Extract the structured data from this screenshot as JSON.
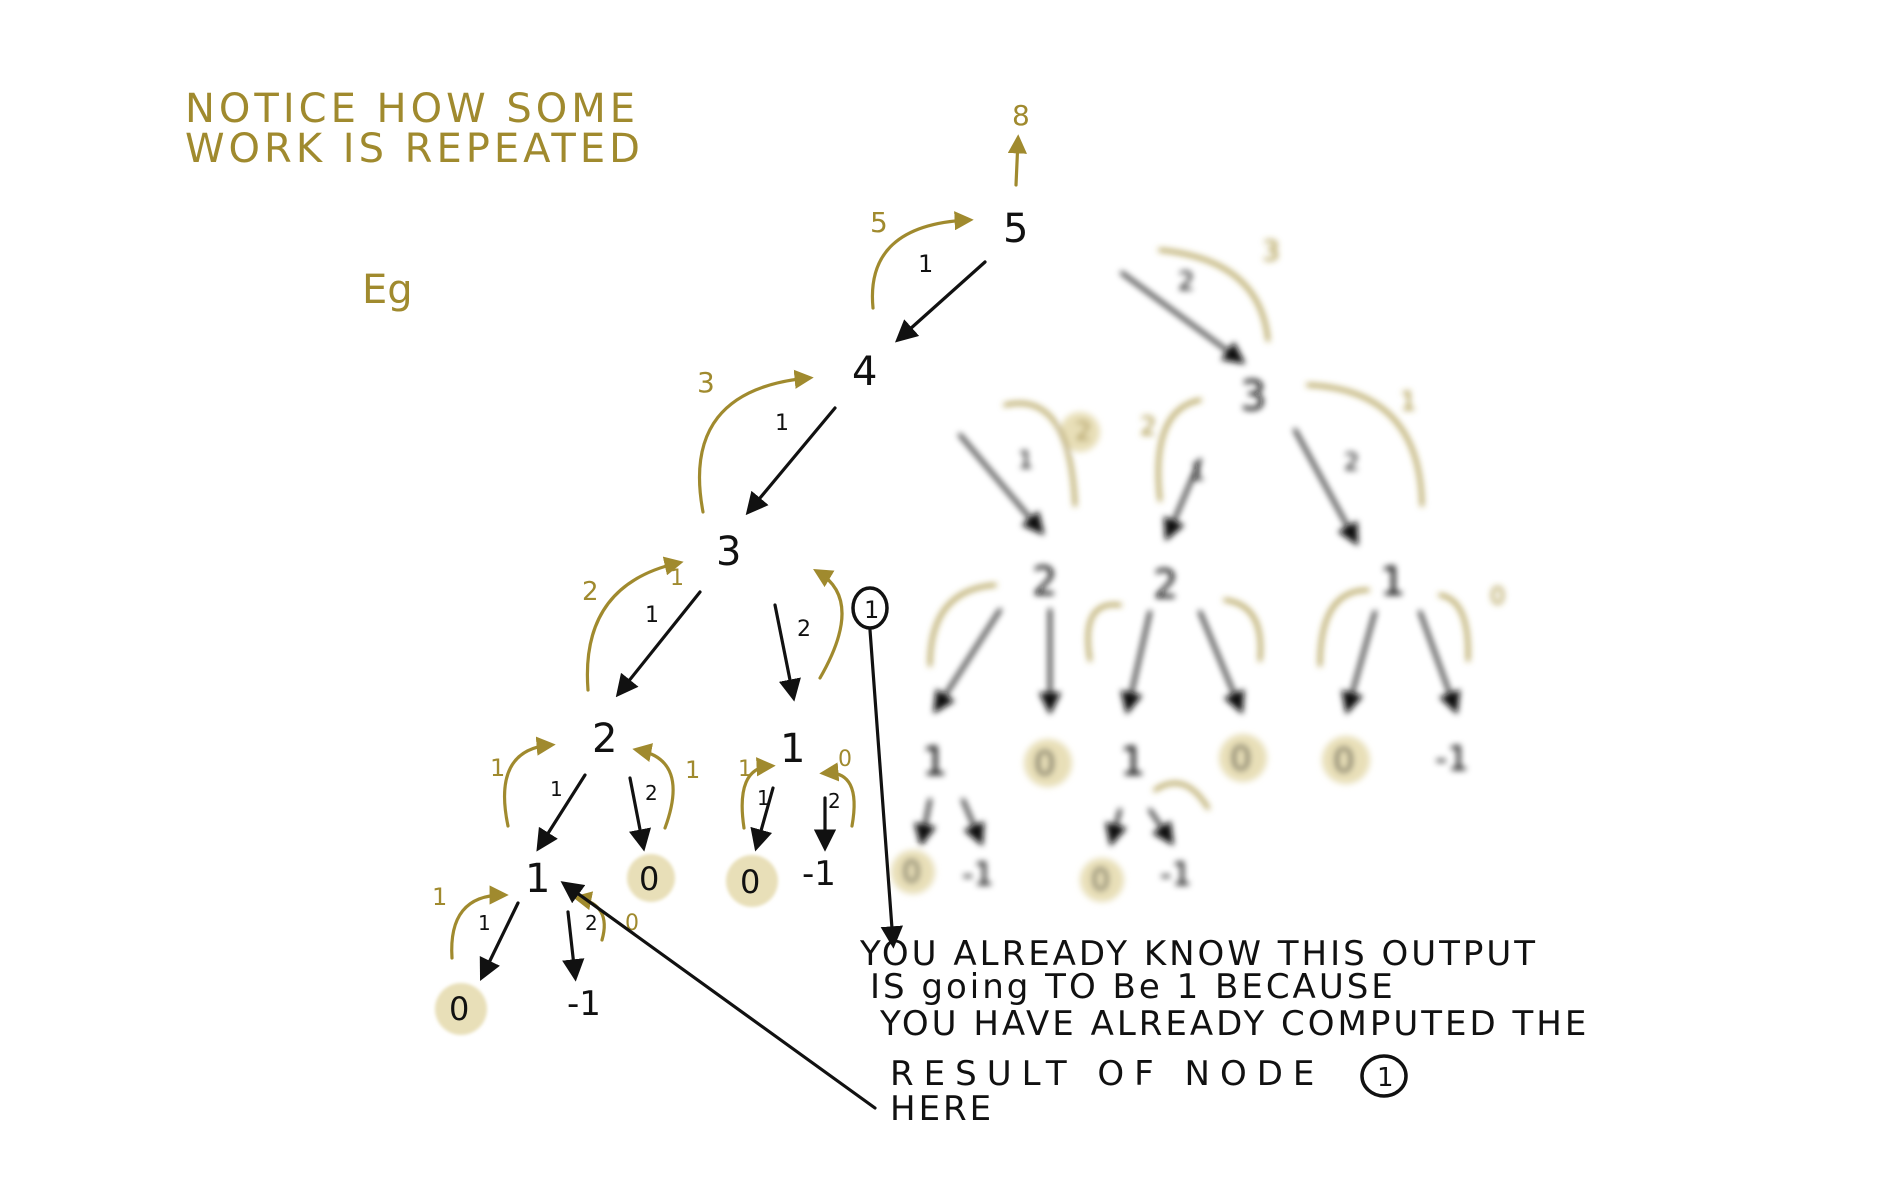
{
  "title_lines": [
    "NOTICE HOW SOME",
    "WORK IS REPEATED"
  ],
  "eg_label": "Eg",
  "root_output": "8",
  "colors": {
    "ink": "#111111",
    "gold": "#a08a2e",
    "highlight": "#e8dfb8"
  },
  "tree": {
    "nodes": {
      "n5": "5",
      "n4": "4",
      "n3a": "3",
      "n2a": "2",
      "n1a": "1",
      "n1b": "1",
      "n0a": "0",
      "nm1a": "-1",
      "n0b": "0",
      "n0c": "0",
      "nm1b": "-1"
    },
    "edge_steps": {
      "e5_4": "1",
      "e4_3": "1",
      "e3_2": "1",
      "e3_1": "2",
      "e2_1": "1",
      "e2_0": "2",
      "e1_0": "1",
      "e1_m1": "2",
      "e1b_0": "1",
      "e1b_m1": "2"
    },
    "return_values": {
      "r4": "5",
      "r3": "3",
      "r2": "2",
      "r1b": "1",
      "r1a": "1",
      "r0_from_2": "1",
      "r0_from_1b": "1",
      "rm1_from_1b": "0",
      "rm1_from_1a": "0",
      "r0_from_1a": "1"
    }
  },
  "blurred_subtree": {
    "nodes": {
      "b3": "3",
      "b2a": "2",
      "b2b": "2",
      "b1c": "1",
      "b1d": "1",
      "b0d": "0",
      "b1e": "1",
      "b0e": "0",
      "b0f": "0",
      "bm1f": "-1",
      "b0g": "0",
      "bm1g": "-1",
      "b0h": "0",
      "bm1h": "-1"
    },
    "edge_steps": {
      "s5_3": "2",
      "s3_2a": "1",
      "s3_2b": "1",
      "s3_1": "2"
    },
    "return_values": {
      "rb3": "3",
      "rb2a": "2",
      "rb2b": "2",
      "rb1": "1",
      "rb0": "0"
    }
  },
  "marker_label": "1",
  "note_lines": [
    "YOU ALREADY KNOW THIS OUTPUT",
    "IS going TO Be 1 BECAUSE",
    "YOU HAVE ALREADY COMPUTED THE",
    "RESULT OF NODE",
    "HERE"
  ],
  "note_marker_label": "1"
}
